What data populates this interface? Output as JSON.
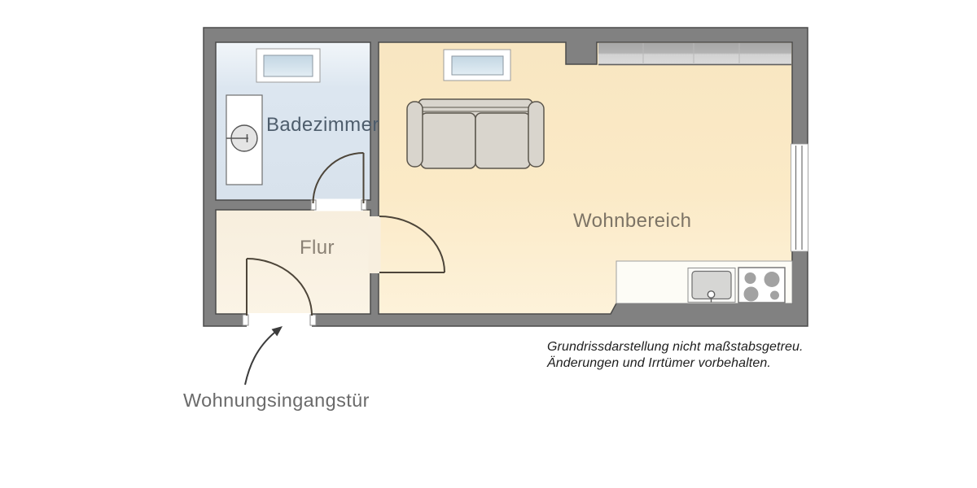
{
  "plan": {
    "rooms": {
      "bathroom": {
        "label": "Badezimmer",
        "floor_color": "#dce6f0",
        "label_color": "#4e5d6c"
      },
      "hallway": {
        "label": "Flur",
        "floor_color": "#f8efdf",
        "label_color": "#8a8174"
      },
      "living": {
        "label": "Wohnbereich",
        "floor_color": "#fbeac7",
        "label_color": "#7d7466"
      }
    },
    "annotations": {
      "entrance_door_label": "Wohnungsingangstür",
      "entrance_label_color": "#6a6a6a",
      "disclaimer": {
        "line1": "Grundrissdarstellung nicht maßstabsgetreu.",
        "line2": "Änderungen und Irrtümer vorbehalten.",
        "color": "#1e1e1e"
      }
    },
    "colors": {
      "wall": "#818181",
      "wall_outline": "#4b4b4b",
      "window_glass": "#c7d8e5",
      "furniture_fill": "#d9d5cd",
      "furniture_outline": "#5b564d",
      "door_arc": "#4d4539",
      "counter": "#fdfcf6",
      "cabinet_band": "#c9c9c9"
    },
    "symbols": [
      "window-icon",
      "door-icon",
      "sofa-icon",
      "washbasin-icon",
      "kitchen-sink-icon",
      "stove-icon",
      "wardrobe-icon",
      "entrance-arrow-icon"
    ]
  }
}
